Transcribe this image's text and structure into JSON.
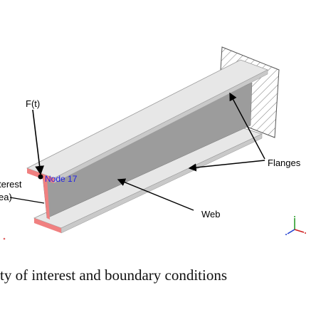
{
  "labels": {
    "force": "F(t)",
    "node": "Node 17",
    "flanges": "Flanges",
    "web": "Web",
    "poi_line1": "terest",
    "poi_line2": "ea)"
  },
  "caption": "ty of interest and boundary conditions",
  "colors": {
    "beam_fill": "#e7e7e7",
    "web_fill": "#9c9c9c",
    "end_face": "#f08080",
    "node_text": "#1f1fe6",
    "arrow": "#000000"
  }
}
